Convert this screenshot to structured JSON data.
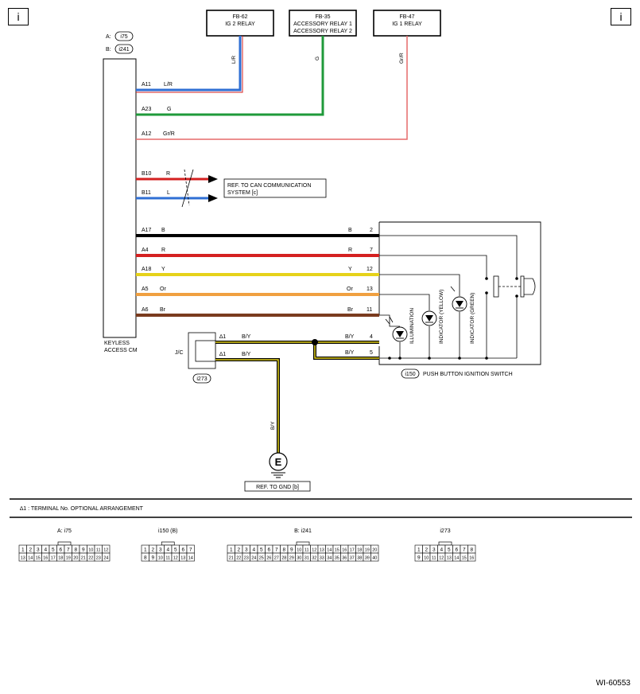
{
  "corner_mark": "i",
  "relays": [
    {
      "code": "FB-62",
      "name": "IG 2 RELAY",
      "wire": "L/R"
    },
    {
      "code": "FB-35",
      "name": "ACCESSORY RELAY 1",
      "name2": "ACCESSORY RELAY 2",
      "wire": "G"
    },
    {
      "code": "FB-47",
      "name": "IG 1 RELAY",
      "wire": "Gr/R"
    }
  ],
  "connectors": {
    "a_prefix": "A:",
    "a_id": "i75",
    "b_prefix": "B:",
    "b_id": "i241",
    "jc_id": "i273",
    "switch_id": "i150"
  },
  "module_name_1": "KEYLESS",
  "module_name_2": "ACCESS CM",
  "wires": [
    {
      "pin": "A11",
      "color": "L/R"
    },
    {
      "pin": "A23",
      "color": "G"
    },
    {
      "pin": "A12",
      "color": "Gr/R"
    },
    {
      "pin": "B10",
      "color": "R"
    },
    {
      "pin": "B11",
      "color": "L"
    },
    {
      "pin": "A17",
      "color": "B",
      "end_color": "B",
      "end_pin": "2"
    },
    {
      "pin": "A4",
      "color": "R",
      "end_color": "R",
      "end_pin": "7"
    },
    {
      "pin": "A18",
      "color": "Y",
      "end_color": "Y",
      "end_pin": "12"
    },
    {
      "pin": "A5",
      "color": "Or",
      "end_color": "Or",
      "end_pin": "13"
    },
    {
      "pin": "A6",
      "color": "Br",
      "end_color": "Br",
      "end_pin": "11"
    }
  ],
  "can_ref_1": "REF. TO CAN COMMUNICATION",
  "can_ref_2": "SYSTEM [c]",
  "jc_label": "J/C",
  "gnd_wires": [
    {
      "mark": "∆1",
      "color": "B/Y",
      "end_color": "B/Y",
      "end_pin": "4"
    },
    {
      "mark": "∆1",
      "color": "B/Y",
      "end_color": "B/Y",
      "end_pin": "5"
    }
  ],
  "ground_wire": "B/Y",
  "ground_symbol": "E",
  "gnd_ref": "REF. TO GND [b]",
  "switch_name": "PUSH BUTTON IGNITION SWITCH",
  "lamps": [
    "ILLUMINATION",
    "INDICATOR (YELLOW)",
    "INDICATOR (GREEN)"
  ],
  "footnote": "∆1 : TERMINAL No. OPTIONAL ARRANGEMENT",
  "connector_faces": [
    {
      "prefix": "A:",
      "id": "i75",
      "suffix": "",
      "rows": [
        [
          "1",
          "2",
          "3",
          "4",
          "5",
          "6",
          "7",
          "8",
          "9",
          "10",
          "11",
          "12"
        ],
        [
          "13",
          "14",
          "15",
          "16",
          "17",
          "18",
          "19",
          "20",
          "21",
          "22",
          "23",
          "24"
        ]
      ]
    },
    {
      "prefix": "",
      "id": "i150",
      "suffix": "(B)",
      "rows": [
        [
          "1",
          "2",
          "3",
          "4",
          "5",
          "6",
          "7"
        ],
        [
          "8",
          "9",
          "10",
          "11",
          "12",
          "13",
          "14"
        ]
      ]
    },
    {
      "prefix": "B:",
      "id": "i241",
      "suffix": "",
      "rows": [
        [
          "1",
          "2",
          "3",
          "4",
          "5",
          "6",
          "7",
          "8",
          "9",
          "10",
          "11",
          "12",
          "13",
          "14",
          "15",
          "16",
          "17",
          "18",
          "19",
          "20"
        ],
        [
          "21",
          "22",
          "23",
          "24",
          "25",
          "26",
          "27",
          "28",
          "29",
          "30",
          "31",
          "32",
          "33",
          "34",
          "35",
          "36",
          "37",
          "38",
          "39",
          "40"
        ]
      ]
    },
    {
      "prefix": "",
      "id": "i273",
      "suffix": "",
      "rows": [
        [
          "1",
          "2",
          "3",
          "4",
          "5",
          "6",
          "7",
          "8"
        ],
        [
          "9",
          "10",
          "11",
          "12",
          "13",
          "14",
          "15",
          "16"
        ]
      ]
    }
  ],
  "figure_id": "WI-60553",
  "colors": {
    "blue": "#2f6fd4",
    "red": "#d42020",
    "green": "#1f9a3a",
    "pink": "#e66a6a",
    "yellow": "#e6d21a",
    "orange": "#f0a040",
    "brown": "#7a3b1e",
    "purple": "#6b3a8c"
  }
}
